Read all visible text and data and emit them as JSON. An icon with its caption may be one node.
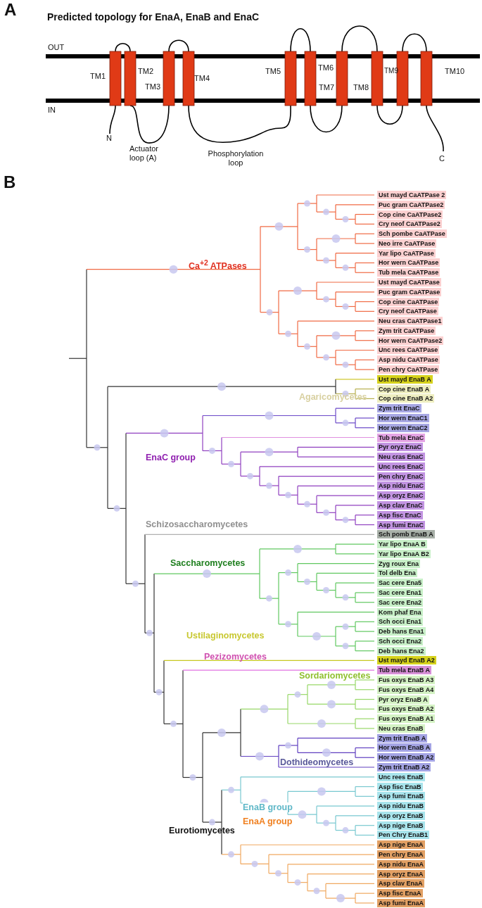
{
  "diagram": {
    "labels": [
      "A",
      "Predicted topology for EnaA, EnaB and EnaC",
      "OUT",
      "IN",
      "TM1",
      "TM2",
      "TM3",
      "TM4",
      "TM5",
      "TM6",
      "TM7",
      "TM8",
      "TM9",
      "TM10",
      "N",
      "Actuator loop (A)",
      "Phosphorylation loop",
      "C",
      "B",
      "Ust mayd CaATPase 2",
      "Puc gram CaATPase2",
      "Cop cine CaATPase2",
      "Cry neof CaATPase2",
      "Sch pombe CaATPase",
      "Neo irre CaATPase",
      "Yar lipo CaATPase",
      "Hor wern CaATPase",
      "Tub mela CaATPase",
      "Ust mayd CaATPase",
      "Puc gram CaATPase",
      "Cop cine CaATPase",
      "Cry neof CaATPase",
      "Neu cras CaATPase1",
      "Zym trit CaATPase",
      "Hor wern CaATPase2",
      "Unc rees CaATPase",
      "Asp nidu CaATPase",
      "Pen chry CaATPase",
      "Ust mayd EnaB A",
      "Cop cine EnaB A",
      "Cop cine EnaB A2",
      "Zym trit EnaC",
      "Hor wern EnaC1",
      "Hor wern EnaC2",
      "Tub mela EnaC",
      "Pyr oryz EnaC",
      "Neu cras EnaC",
      "Unc rees EnaC",
      "Pen chry EnaC",
      "Asp nidu EnaC",
      "Asp oryz EnaC",
      "Asp clav EnaC",
      "Asp fisc EnaC",
      "Asp fumi EnaC",
      "Sch pomb EnaB A",
      "Yar lipo EnaA B",
      "Yar lipo EnaA B2",
      "Zyg roux Ena",
      "Tol delb Ena",
      "Sac cere Ena5",
      "Sac cere Ena1",
      "Sac cere Ena2",
      "Kom phaf Ena",
      "Sch occi Ena1",
      "Deb hans Ena1",
      "Sch occi Ena2",
      "Deb hans Ena2",
      "Ust mayd EnaB A2",
      "Tub mela EnaB A",
      "Fus oxys EnaB A3",
      "Fus oxys EnaB A4",
      "Pyr oryz EnaB A",
      "Fus oxys EnaB A2",
      "Fus oxys EnaB A1",
      "Neu cras EnaB",
      "Zym trit EnaB A",
      "Hor wern EnaB A",
      "Hor wern EnaB A2",
      "Zym trit EnaB A2",
      "Unc rees EnaB",
      "Asp fisc EnaB",
      "Asp fumi EnaB",
      "Asp nidu EnaB",
      "Asp oryz EnaB",
      "Asp nige EnaB",
      "Pen Chry EnaB1",
      "Asp nige EnaA",
      "Pen chry EnaA",
      "Asp nidu EnaA",
      "Asp oryz EnaA",
      "Asp clav EnaA",
      "Asp fisc EnaA",
      "Asp fumi EnaA",
      "Ca$^{+2}$ ATPases",
      "Agaricomycetes",
      "EnaC group",
      "Schizosaccharomycetes",
      "Saccharomycetes",
      "Ustilaginomycetes",
      "Pezizomycetes",
      "Sordariomycetes",
      "Dothideomycetes",
      "Eurotiomycetes",
      "EnaB group",
      "EnaA group"
    ]
  }
}
